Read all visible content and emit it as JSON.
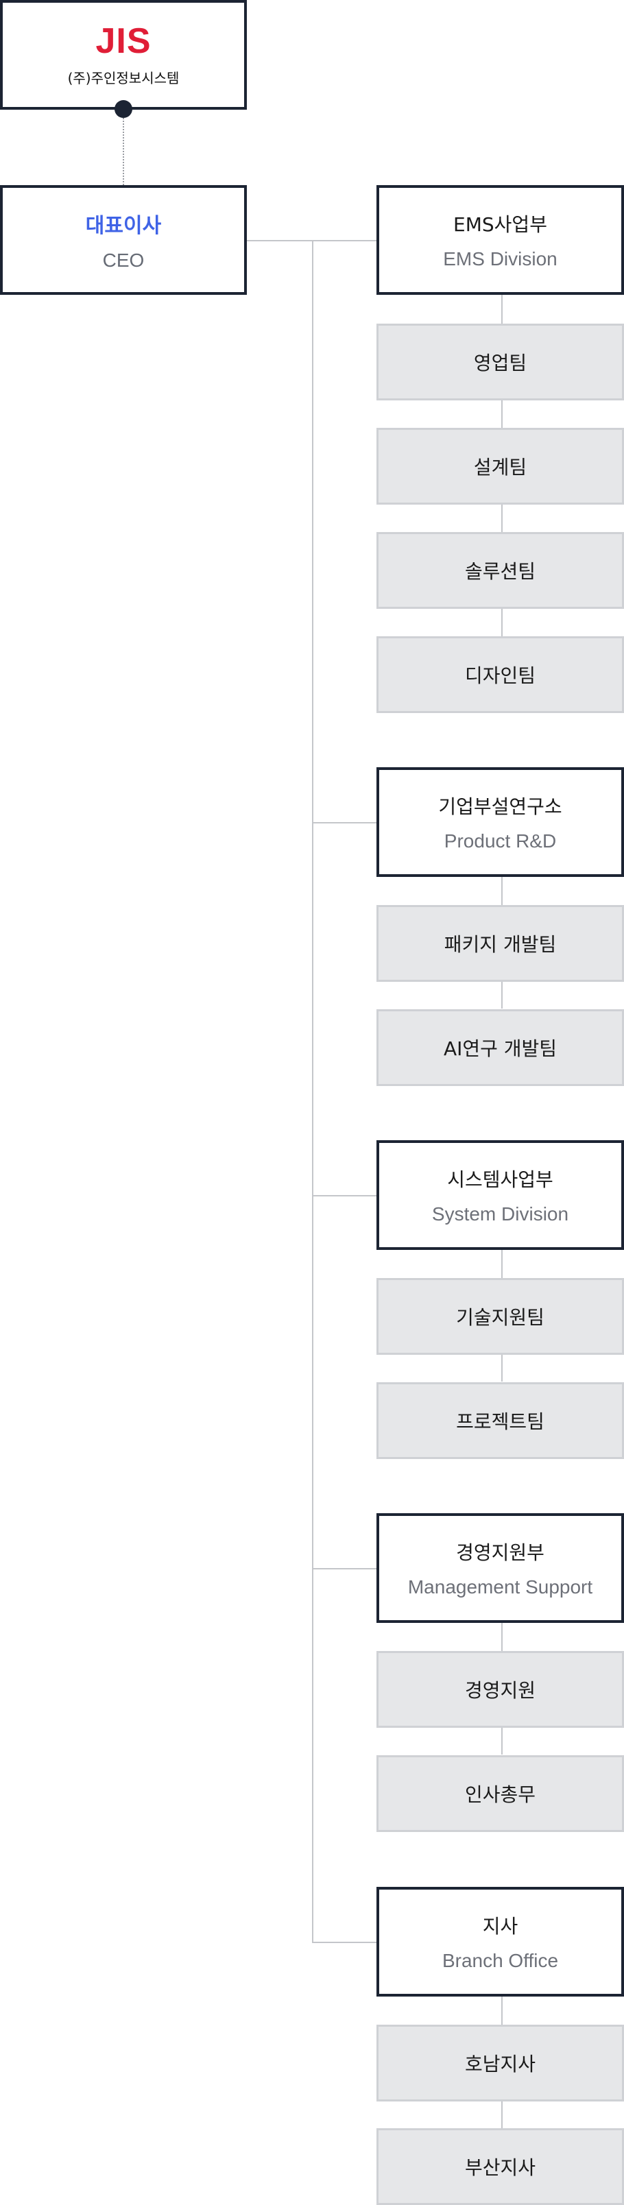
{
  "company": {
    "logo": "JIS",
    "name": "(주)주인정보시스템"
  },
  "ceo": {
    "title_ko": "대표이사",
    "title_en": "CEO"
  },
  "divisions": [
    {
      "name_ko": "EMS사업부",
      "name_en": "EMS Division",
      "teams": [
        "영업팀",
        "설계팀",
        "솔루션팀",
        "디자인팀"
      ]
    },
    {
      "name_ko": "기업부설연구소",
      "name_en": "Product R&D",
      "teams": [
        "패키지 개발팀",
        "AI연구 개발팀"
      ]
    },
    {
      "name_ko": "시스템사업부",
      "name_en": "System Division",
      "teams": [
        "기술지원팀",
        "프로젝트팀"
      ]
    },
    {
      "name_ko": "경영지원부",
      "name_en": "Management Support",
      "teams": [
        "경영지원",
        "인사총무"
      ]
    },
    {
      "name_ko": "지사",
      "name_en": "Branch Office",
      "teams": [
        "호남지사",
        "부산지사"
      ]
    }
  ],
  "colors": {
    "logo": "#e01e37",
    "ceo_accent": "#3f63e6",
    "border_dark": "#1c2433",
    "team_bg": "#e6e7e9",
    "connector": "#c4c6ca"
  }
}
